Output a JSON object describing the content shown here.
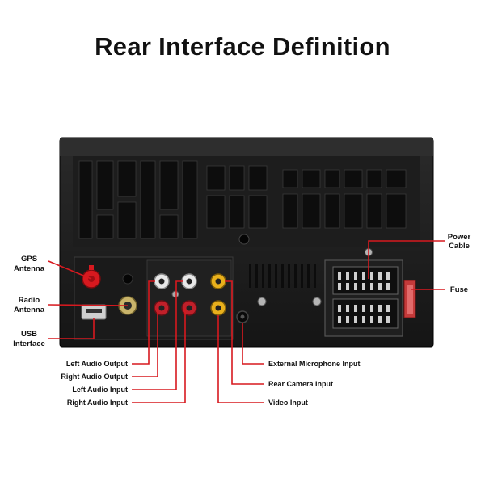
{
  "title": "Rear Interface Definition",
  "colors": {
    "accent": "#d7191f",
    "unit": "#1b1b1b",
    "panel": "#232323",
    "relief": "#0e0e0e",
    "rca_red": "#c0202a",
    "rca_white": "#e8e8e8",
    "rca_yellow": "#e8b01c",
    "fuse": "#c43a3a"
  },
  "labels": {
    "gps_antenna": [
      "GPS",
      "Antenna"
    ],
    "radio_antenna": [
      "Radio",
      "Antenna"
    ],
    "usb_interface": [
      "USB",
      "Interface"
    ],
    "power_cable": [
      "Power",
      "Cable"
    ],
    "fuse": "Fuse",
    "left_audio_output": "Left Audio Output",
    "right_audio_output": "Right Audio Output",
    "left_audio_input": "Left Audio Input",
    "right_audio_input": "Right Audio Input",
    "external_microphone_input": "External Microphone Input",
    "rear_camera_input": "Rear Camera Input",
    "video_input": "Video Input"
  }
}
